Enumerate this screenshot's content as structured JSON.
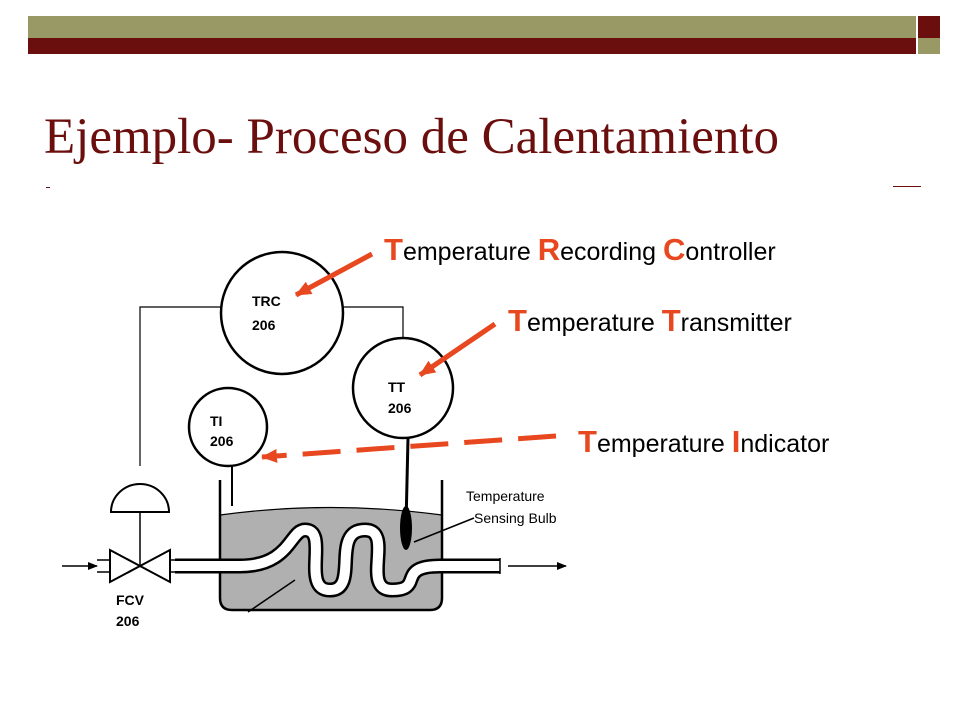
{
  "slide": {
    "title": "Ejemplo- Proceso de Calentamiento",
    "colors": {
      "olive": "#999966",
      "maroon": "#6b0e0e",
      "accent": "#e8481f"
    }
  },
  "callouts": {
    "trc": {
      "c1": "T",
      "t1": "emperature ",
      "c2": "R",
      "t2": "ecording ",
      "c3": "C",
      "t3": "ontroller"
    },
    "tt": {
      "c1": "T",
      "t1": "emperature ",
      "c2": "T",
      "t2": "ransmitter"
    },
    "ti": {
      "c1": "T",
      "t1": "emperature ",
      "c2": "I",
      "t2": "ndicator"
    }
  },
  "instruments": {
    "trc": {
      "tag": "TRC",
      "num": "206"
    },
    "tt": {
      "tag": "TT",
      "num": "206"
    },
    "ti": {
      "tag": "TI",
      "num": "206"
    },
    "fcv": {
      "tag": "FCV",
      "num": "206"
    }
  },
  "bulb_label": {
    "line1": "Temperature",
    "line2": "Sensing Bulb"
  }
}
